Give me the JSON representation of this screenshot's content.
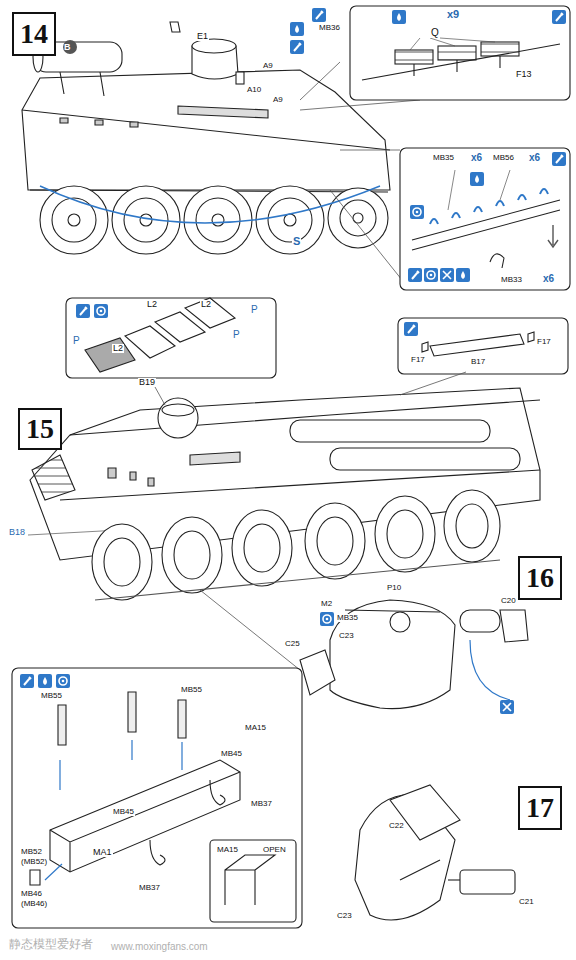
{
  "diagram": {
    "nodes": [
      {
        "text": [
          "14"
        ]
      },
      {
        "text": [
          "15"
        ]
      },
      {
        "text": [
          "16"
        ]
      },
      {
        "text": [
          "17"
        ]
      }
    ],
    "labels": [
      "B",
      "E1",
      "MB36",
      "A9",
      "A10",
      "A9",
      "S",
      "x9",
      "Q",
      "F13",
      "MB35",
      "x6",
      "MB56",
      "x6",
      "MB33",
      "x6",
      "L2",
      "L2",
      "L2",
      "P",
      "P",
      "P",
      "F17",
      "B17",
      "F17",
      "B19",
      "B18",
      "M2",
      "MB35",
      "MB55",
      "MB55",
      "MA15",
      "MB45",
      "MB45",
      "MB37",
      "MB37",
      "MB52",
      "(MB52)",
      "MB46",
      "(MB46)",
      "MA1",
      "MA15",
      "OPEN",
      "P10",
      "C20",
      "C23",
      "C25",
      "C22",
      "C21",
      "C23",
      "静态模型爱好者",
      "www.moxingfans.com"
    ]
  }
}
